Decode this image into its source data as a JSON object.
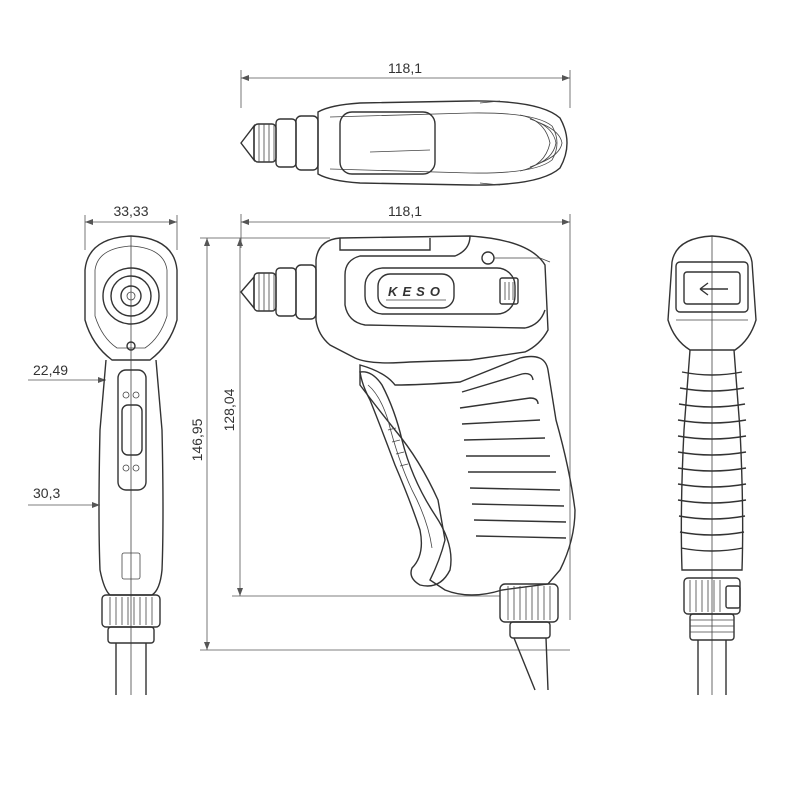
{
  "dimensions": {
    "top_view_length": "118,1",
    "side_view_length": "118,1",
    "front_width": "33,33",
    "height_overall": "146,95",
    "height_body": "128,04",
    "grip_width_upper": "22,49",
    "grip_width_lower": "30,3"
  },
  "brand": "KESO",
  "colors": {
    "line": "#333333",
    "background": "#ffffff"
  },
  "icons": {
    "switch_arrow": "left-arrow-icon"
  }
}
